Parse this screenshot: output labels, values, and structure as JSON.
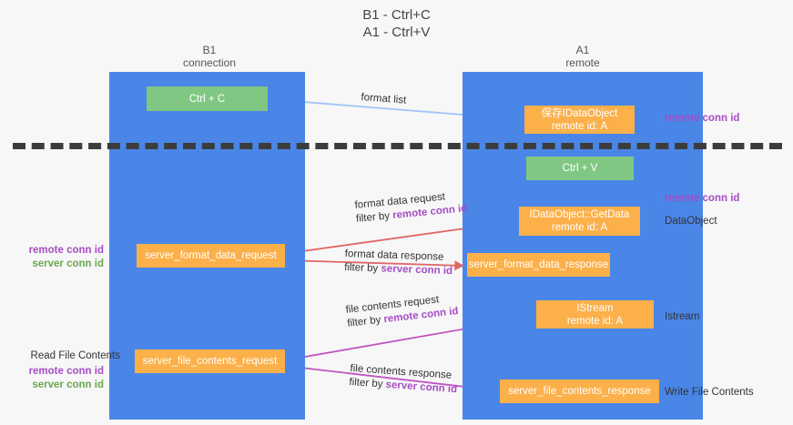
{
  "title": "B1 - Ctrl+C\nA1 - Ctrl+V",
  "columns": {
    "left": "B1\nconnection",
    "right": "A1\nremote"
  },
  "nodes": {
    "ctrl_c": {
      "line1": "Ctrl + C",
      "line2": "",
      "color": "#81c784"
    },
    "save_dataobj": {
      "line1": "保存IDataObject",
      "line2": "remote id: A",
      "color": "#fbb04a"
    },
    "ctrl_v": {
      "line1": "Ctrl + V",
      "line2": "",
      "color": "#81c784"
    },
    "getdata": {
      "line1": "IDataObject::GetData",
      "line2": "remote id: A",
      "color": "#fbb04a"
    },
    "format_req": {
      "line1": "server_format_data_request",
      "line2": "",
      "color": "#fbb04a"
    },
    "format_resp": {
      "line1": "server_format_data_response",
      "line2": "",
      "color": "#fbb04a"
    },
    "istream": {
      "line1": "IStream",
      "line2": "remote id: A",
      "color": "#fbb04a"
    },
    "filecont_req": {
      "line1": "server_file_contents_request",
      "line2": "",
      "color": "#fbb04a"
    },
    "filecont_resp": {
      "line1": "server_file_contents_response",
      "line2": "",
      "color": "#fbb04a"
    }
  },
  "edge_labels": {
    "format_list": "format list",
    "format_data_request": "format data request",
    "format_data_request_filter_prefix": "filter by ",
    "format_data_request_filter_value": "remote conn id",
    "format_data_response": "format data response",
    "format_data_response_filter_prefix": "filter by ",
    "format_data_response_filter_value": "server conn id",
    "file_contents_request": "file contents request",
    "file_contents_request_filter_prefix": "filter by ",
    "file_contents_request_filter_value": "remote conn id",
    "file_contents_response": "file contents response",
    "file_contents_response_filter_prefix": "filter by ",
    "file_contents_response_filter_value": "server conn id"
  },
  "annotations": {
    "right_remote_conn_top": "remote conn id",
    "right_remote_conn_mid": "remote conn id",
    "right_dataobject": "DataObject",
    "right_istream": "Istream",
    "right_write_file_contents": "Write File Contents",
    "left_remote_conn_1": "remote conn id",
    "left_server_conn_1": "server conn id",
    "left_read_file_contents": "Read File Contents",
    "left_remote_conn_2": "remote conn id",
    "left_server_conn_2": "server conn id"
  },
  "colors": {
    "lane": "#4a86e8",
    "green_node": "#81c784",
    "orange_node": "#fbb04a",
    "purple_text": "#a64dc4",
    "green_text": "#6aa84f",
    "arrow_light_blue": "#9fc5f8",
    "arrow_red": "#e06666",
    "arrow_magenta": "#c154c1",
    "arrow_black": "#1a1a1a",
    "divider": "#3c3c3c",
    "background": "#f7f7f7"
  }
}
